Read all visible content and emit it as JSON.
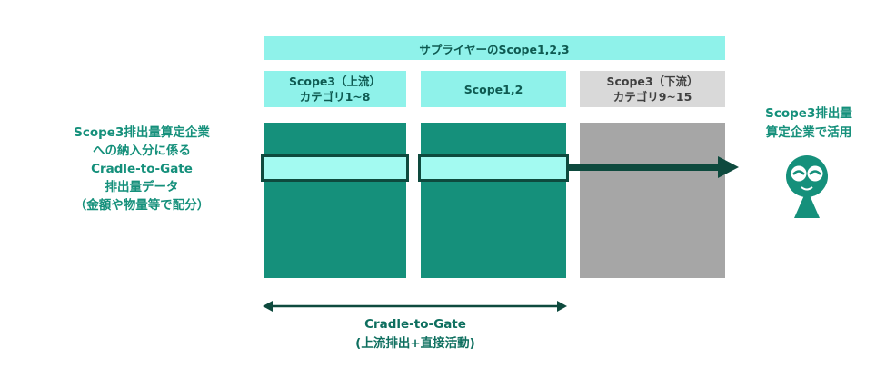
{
  "supplier_scope_label": "サプライヤーのScope1,2,3",
  "columns": [
    {
      "line1": "Scope3（上流）",
      "line2": "カテゴリ1~8"
    },
    {
      "line1": "Scope1,2",
      "line2": ""
    },
    {
      "line1": "Scope3（下流）",
      "line2": "カテゴリ9~15"
    }
  ],
  "left_text": [
    "Scope3排出量算定企業",
    "への納入分に係る",
    "Cradle-to-Gate",
    "排出量データ",
    "（金額や物量等で配分）"
  ],
  "right_text": [
    "Scope3排出量",
    "算定企業で活用"
  ],
  "bottom_text": [
    "Cradle-to-Gate",
    "(上流排出+直接活動)"
  ],
  "icon": "person-avatar-icon",
  "colors": {
    "teal_dark": "#15907b",
    "teal_light": "#8ff2ea",
    "gray": "#a6a6a6",
    "outline": "#0e4a3e"
  }
}
